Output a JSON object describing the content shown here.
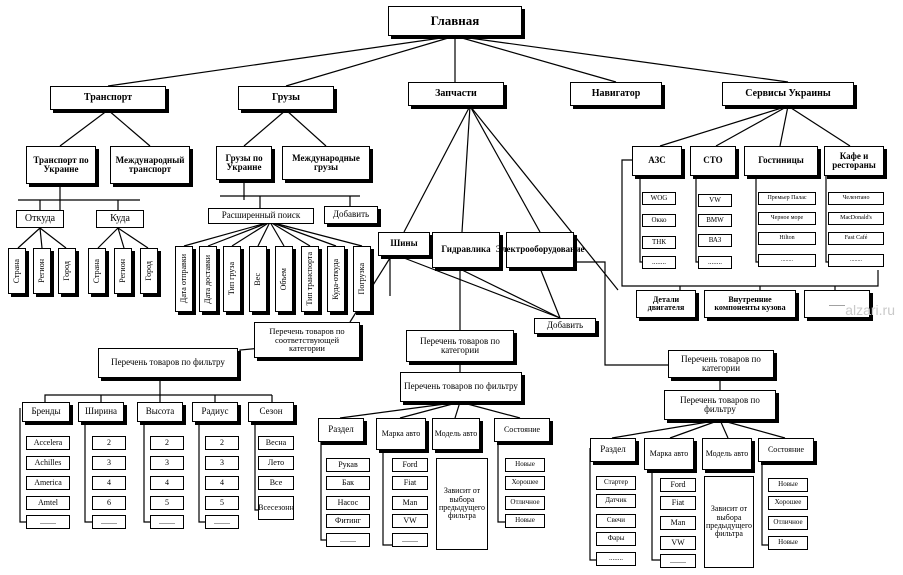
{
  "root": "Главная",
  "top": {
    "transport": "Транспорт",
    "cargo": "Грузы",
    "parts": "Запчасти",
    "navigator": "Навигатор",
    "services": "Сервисы Украины"
  },
  "transport": {
    "ukraine": "Транспорт по Украине",
    "international": "Международный транспорт",
    "from": "Откуда",
    "to": "Куда",
    "from_items": [
      "Страна",
      "Регион",
      "Город"
    ],
    "to_items": [
      "Страна",
      "Регион",
      "Город"
    ]
  },
  "cargo": {
    "ukraine": "Грузы по Украине",
    "international": "Международные грузы",
    "advanced_search": "Расширенный поиск",
    "add": "Добавить",
    "filters": [
      "Дата отправки",
      "Дата доставки",
      "Тип груза",
      "Вес",
      "Объем",
      "Тип транспорта",
      "Куда-откуда",
      "Погрузка"
    ]
  },
  "parts": {
    "tires": "Шины",
    "hydraulics": "Гидравлика",
    "electrical": "Электрооборудование",
    "add": "Добавить",
    "category_list": "Перечень товаров по соответствующей категории",
    "tires_filter_list": "Перечень товаров по фильтру",
    "tires_filters": [
      {
        "title": "Бренды",
        "items": [
          "Accelera",
          "Achilles",
          "America",
          "Amtel",
          "........"
        ]
      },
      {
        "title": "Ширина",
        "items": [
          "2",
          "3",
          "4",
          "6",
          "........"
        ]
      },
      {
        "title": "Высота",
        "items": [
          "2",
          "3",
          "4",
          "5",
          "........"
        ]
      },
      {
        "title": "Радиус",
        "items": [
          "2",
          "3",
          "4",
          "5",
          "........"
        ]
      },
      {
        "title": "Сезон",
        "items": [
          "Весна",
          "Лето",
          "Все",
          "Всесезонн"
        ]
      }
    ],
    "hyd_category": "Перечень товаров по категории",
    "hyd_filter": "Перечень товаров по фильтру",
    "hyd_filters": [
      {
        "title": "Раздел",
        "items": [
          "Рукав",
          "Бак",
          "Насос",
          "Фитинг",
          "........"
        ]
      },
      {
        "title": "Марка авто",
        "items": [
          "Ford",
          "Fiat",
          "Man",
          "VW",
          "........"
        ]
      },
      {
        "title": "Модель авто",
        "items": [
          "Зависит от выбора предыдущего фильтра"
        ]
      },
      {
        "title": "Состояние",
        "items": [
          "Новые",
          "Хорошее",
          "Отличное",
          "Новые"
        ]
      }
    ],
    "el_category": "Перечень товаров по категории",
    "el_filter": "Перечень товаров по фильтру",
    "el_filters": [
      {
        "title": "Раздел",
        "items": [
          "Стартер",
          "Датчик",
          "Свечи",
          "Фары",
          "........"
        ]
      },
      {
        "title": "Марка авто",
        "items": [
          "Ford",
          "Fiat",
          "Man",
          "VW",
          "........"
        ]
      },
      {
        "title": "Модель авто",
        "items": [
          "Зависит от выбора предыдущего фильтра"
        ]
      },
      {
        "title": "Состояние",
        "items": [
          "Новые",
          "Хорошее",
          "Отличное",
          "Новые"
        ]
      }
    ]
  },
  "services": {
    "azs": "АЗС",
    "sto": "СТО",
    "hotels": "Гостиницы",
    "cafes": "Кафе и рестораны",
    "azs_items": [
      "WOG",
      "Окко",
      "ТНК",
      "........"
    ],
    "sto_items": [
      "VW",
      "BMW",
      "ВАЗ",
      "........"
    ],
    "hotel_items": [
      "Премьер Палас",
      "Черное море",
      "Hilton",
      "........"
    ],
    "cafe_items": [
      "Челентано",
      "MacDonald's",
      "Fast Café",
      "........"
    ],
    "bottom": [
      "Детали двигателя",
      "Внутренние компоненты кузова",
      "........"
    ]
  },
  "watermark": "alzari.ru"
}
